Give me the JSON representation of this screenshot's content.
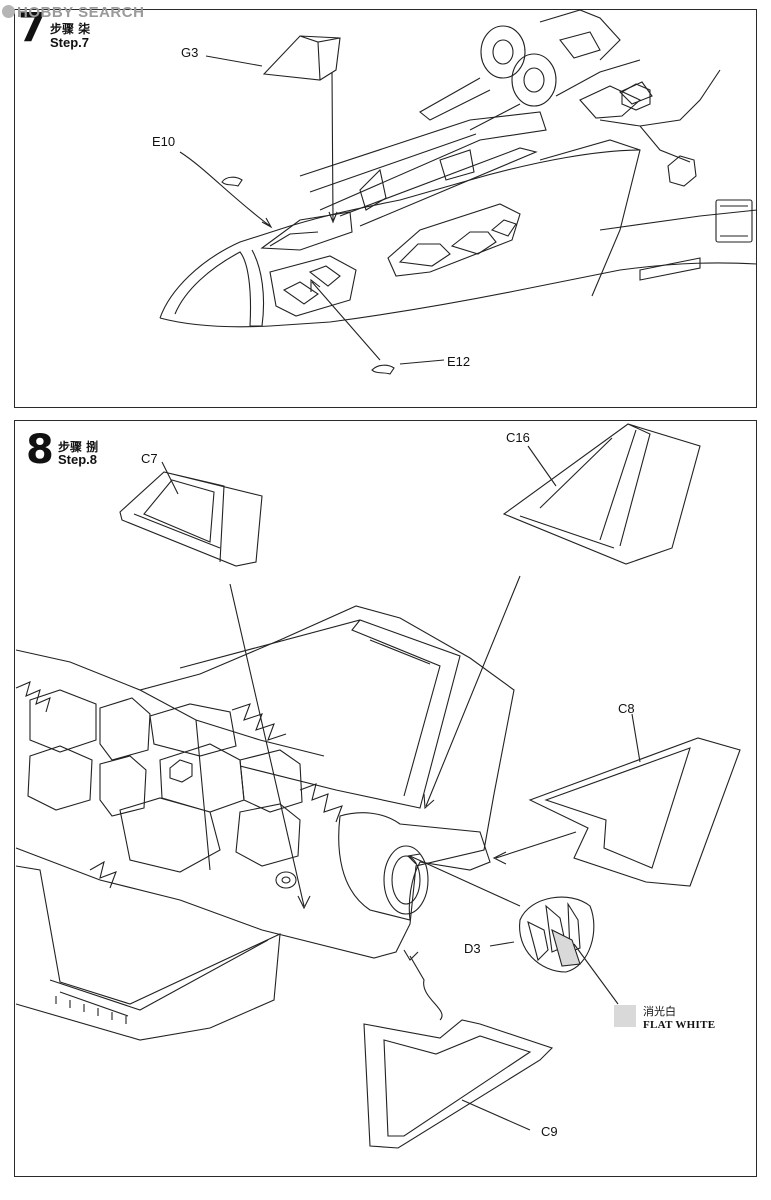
{
  "watermark": "HOBBY SEARCH",
  "step7": {
    "number": "7",
    "title_cn": "步骤 柒",
    "title_en": "Step.7",
    "parts": {
      "g3": "G3",
      "e10": "E10",
      "e12": "E12"
    }
  },
  "step8": {
    "number": "8",
    "title_cn": "步骤 捌",
    "title_en": "Step.8",
    "parts": {
      "c7": "C7",
      "c16": "C16",
      "c8": "C8",
      "d3": "D3",
      "c9": "C9"
    },
    "paint": {
      "cn": "消光白",
      "en": "FLAT WHITE",
      "swatch_color": "#d9d9d9"
    }
  }
}
